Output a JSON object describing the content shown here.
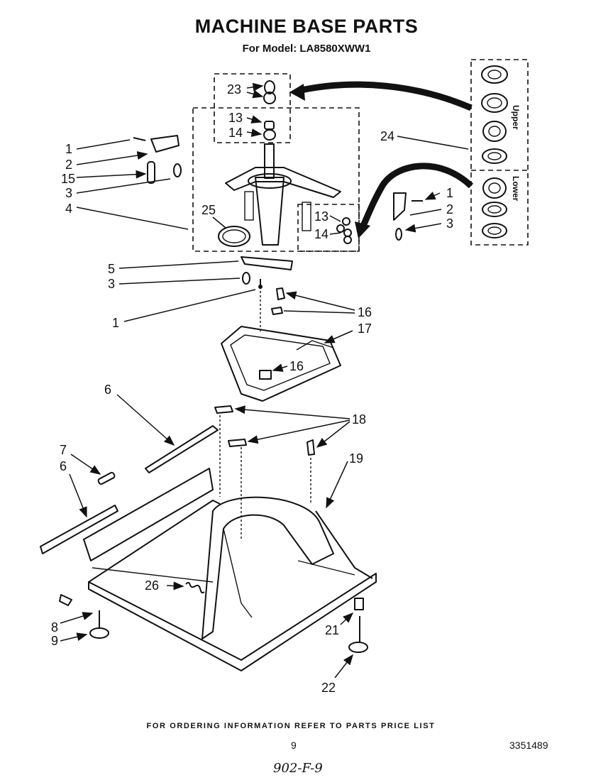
{
  "title": "MACHINE BASE PARTS",
  "subtitle": "For Model: LA8580XWW1",
  "footer": {
    "ordering_info": "FOR ORDERING INFORMATION REFER TO PARTS PRICE LIST",
    "page_number": "9",
    "document_number": "3351489",
    "handwritten_note": "902-F-9"
  },
  "bearing_kit_labels": {
    "upper": "Upper",
    "lower": "Lower"
  },
  "callouts": {
    "c23": "23",
    "c13a": "13",
    "c14a": "14",
    "c1a": "1",
    "c2a": "2",
    "c15": "15",
    "c3a": "3",
    "c4": "4",
    "c25": "25",
    "c24": "24",
    "c1b": "1",
    "c2b": "2",
    "c3b": "3",
    "c13b": "13",
    "c14b": "14",
    "c5": "5",
    "c3c": "3",
    "c1c": "1",
    "c16a": "16",
    "c17": "17",
    "c16b": "16",
    "c6a": "6",
    "c7": "7",
    "c6b": "6",
    "c18": "18",
    "c19": "19",
    "c26": "26",
    "c8": "8",
    "c9": "9",
    "c21": "21",
    "c22": "22"
  },
  "colors": {
    "ink": "#111111",
    "paper": "#ffffff"
  }
}
